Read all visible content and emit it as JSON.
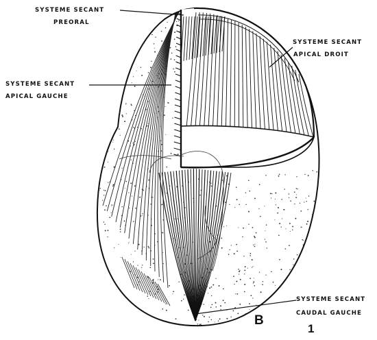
{
  "labels": {
    "preoral": {
      "line1": "SYSTEME SECANT",
      "line2": "PREORAL"
    },
    "apical_droit": {
      "line1": "SYSTEME SECANT",
      "line2": "APICAL DROIT"
    },
    "apical_gauche": {
      "line1": "SYSTEME SECANT",
      "line2": "APICAL GAUCHE"
    },
    "caudal_gauche": {
      "line1": "SYSTEME SECANT",
      "line2": "CAUDAL GAUCHE"
    }
  },
  "panel_letter": "B",
  "figure_number": "1"
}
